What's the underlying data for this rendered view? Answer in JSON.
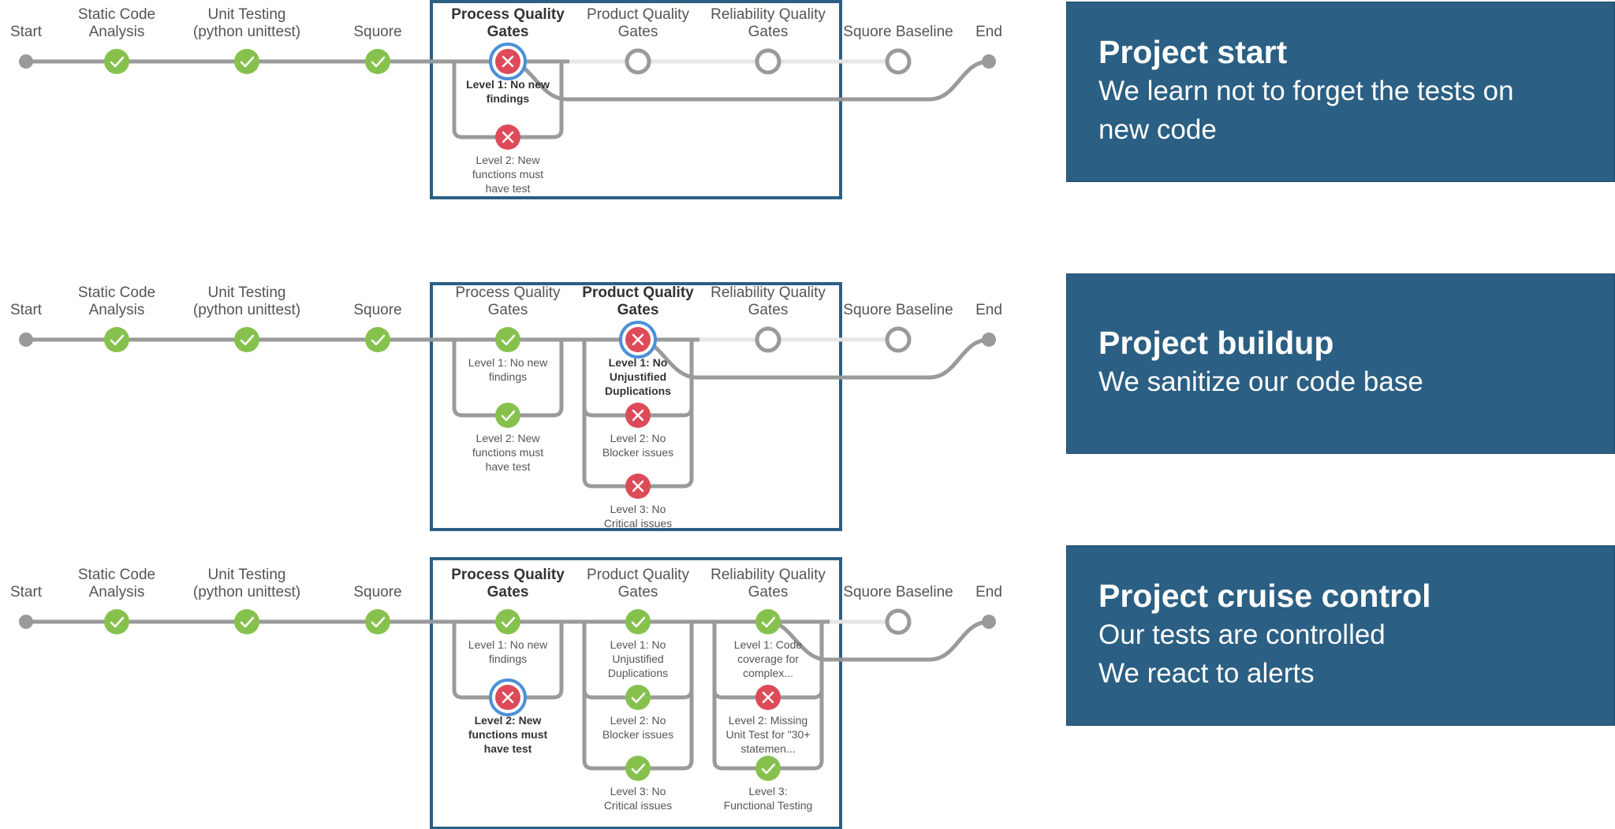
{
  "colors": {
    "track": "#9a9a9a",
    "track_light": "#e6e6e6",
    "pass": "#86c14e",
    "fail": "#dd4a58",
    "focus_ring": "#4a90d9",
    "pending_ring": "#9a9a9a",
    "frame": "#2b5f83",
    "card_bg": "#2b5f83",
    "label": "#555555"
  },
  "pipelines": [
    {
      "stages": [
        {
          "label": [
            "Start"
          ],
          "kind": "endpoint"
        },
        {
          "label": [
            "Static Code",
            "Analysis"
          ],
          "kind": "pass"
        },
        {
          "label": [
            "Unit Testing",
            "(python unittest)"
          ],
          "kind": "pass"
        },
        {
          "label": [
            "Squore"
          ],
          "kind": "pass"
        },
        {
          "label": [
            "Process Quality",
            "Gates"
          ],
          "kind": "fail",
          "focus": true,
          "bold": true
        },
        {
          "label": [
            "Product Quality",
            "Gates"
          ],
          "kind": "pending"
        },
        {
          "label": [
            "Reliability Quality",
            "Gates"
          ],
          "kind": "pending"
        },
        {
          "label": [
            "Squore Baseline"
          ],
          "kind": "pending"
        },
        {
          "label": [
            "End"
          ],
          "kind": "endpoint"
        }
      ],
      "branches": [
        {
          "stage": 4,
          "steps": [
            {
              "kind": "fail",
              "focus": true,
              "bold": true,
              "label": [
                "Level 1: No new",
                "findings"
              ]
            },
            {
              "kind": "fail",
              "label": [
                "Level 2: New",
                "functions must",
                "have test"
              ]
            }
          ]
        }
      ],
      "card": {
        "title": "Project start",
        "lines": [
          "We learn not to forget the tests on",
          "new code"
        ]
      }
    },
    {
      "stages": [
        {
          "label": [
            "Start"
          ],
          "kind": "endpoint"
        },
        {
          "label": [
            "Static Code",
            "Analysis"
          ],
          "kind": "pass"
        },
        {
          "label": [
            "Unit Testing",
            "(python unittest)"
          ],
          "kind": "pass"
        },
        {
          "label": [
            "Squore"
          ],
          "kind": "pass"
        },
        {
          "label": [
            "Process Quality",
            "Gates"
          ],
          "kind": "pass"
        },
        {
          "label": [
            "Product Quality",
            "Gates"
          ],
          "kind": "fail",
          "focus": true,
          "bold": true
        },
        {
          "label": [
            "Reliability Quality",
            "Gates"
          ],
          "kind": "pending"
        },
        {
          "label": [
            "Squore Baseline"
          ],
          "kind": "pending"
        },
        {
          "label": [
            "End"
          ],
          "kind": "endpoint"
        }
      ],
      "branches": [
        {
          "stage": 4,
          "steps": [
            {
              "kind": "pass",
              "label": [
                "Level 1: No new",
                "findings"
              ]
            },
            {
              "kind": "pass",
              "label": [
                "Level 2: New",
                "functions must",
                "have test"
              ]
            }
          ]
        },
        {
          "stage": 5,
          "steps": [
            {
              "kind": "fail",
              "focus": true,
              "bold": true,
              "label": [
                "Level 1: No",
                "Unjustified",
                "Duplications"
              ]
            },
            {
              "kind": "fail",
              "label": [
                "Level 2: No",
                "Blocker issues"
              ]
            },
            {
              "kind": "fail",
              "label": [
                "Level 3: No",
                "Critical issues"
              ]
            }
          ]
        }
      ],
      "card": {
        "title": "Project buildup",
        "lines": [
          "We sanitize our code base"
        ]
      }
    },
    {
      "stages": [
        {
          "label": [
            "Start"
          ],
          "kind": "endpoint"
        },
        {
          "label": [
            "Static Code",
            "Analysis"
          ],
          "kind": "pass"
        },
        {
          "label": [
            "Unit Testing",
            "(python unittest)"
          ],
          "kind": "pass"
        },
        {
          "label": [
            "Squore"
          ],
          "kind": "pass"
        },
        {
          "label": [
            "Process Quality",
            "Gates"
          ],
          "kind": "pass",
          "bold": true
        },
        {
          "label": [
            "Product Quality",
            "Gates"
          ],
          "kind": "pass"
        },
        {
          "label": [
            "Reliability Quality",
            "Gates"
          ],
          "kind": "pass"
        },
        {
          "label": [
            "Squore Baseline"
          ],
          "kind": "pending"
        },
        {
          "label": [
            "End"
          ],
          "kind": "endpoint"
        }
      ],
      "branches": [
        {
          "stage": 4,
          "steps": [
            {
              "kind": "pass",
              "label": [
                "Level 1: No new",
                "findings"
              ]
            },
            {
              "kind": "fail",
              "focus": true,
              "bold": true,
              "label": [
                "Level 2: New",
                "functions must",
                "have test"
              ]
            }
          ]
        },
        {
          "stage": 5,
          "steps": [
            {
              "kind": "pass",
              "label": [
                "Level 1: No",
                "Unjustified",
                "Duplications"
              ]
            },
            {
              "kind": "pass",
              "label": [
                "Level 2: No",
                "Blocker issues"
              ]
            },
            {
              "kind": "pass",
              "label": [
                "Level 3: No",
                "Critical issues"
              ]
            }
          ]
        },
        {
          "stage": 6,
          "steps": [
            {
              "kind": "pass",
              "label": [
                "Level 1: Code",
                "coverage for",
                "complex..."
              ]
            },
            {
              "kind": "fail",
              "label": [
                "Level 2: Missing",
                "Unit Test for \"30+",
                "statemen..."
              ]
            },
            {
              "kind": "pass",
              "label": [
                "Level 3:",
                "Functional Testing"
              ]
            }
          ]
        }
      ],
      "card": {
        "title": "Project cruise control",
        "lines": [
          "Our tests are controlled",
          "We react to alerts"
        ]
      }
    }
  ]
}
